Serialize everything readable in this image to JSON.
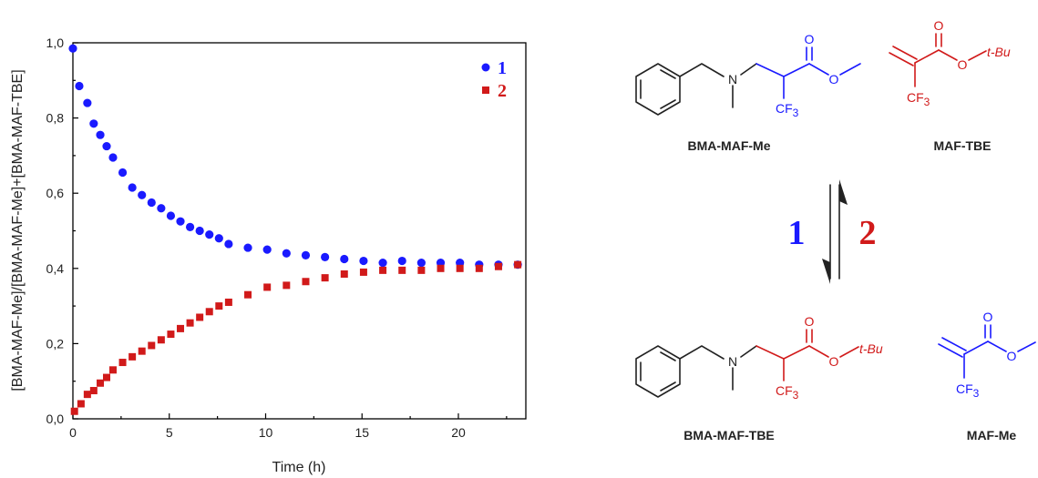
{
  "chart_data": {
    "type": "scatter",
    "xlabel": "Time (h)",
    "ylabel": "[BMA-MAF-Me]/[BMA-MAF-Me]+[BMA-MAF-TBE]",
    "xlim": [
      0,
      23.5
    ],
    "ylim": [
      0,
      1.0
    ],
    "x_ticks": [
      0,
      5,
      10,
      15,
      20
    ],
    "x_tick_labels": [
      "0",
      "5",
      "10",
      "15",
      "20"
    ],
    "y_ticks": [
      0,
      0.2,
      0.4,
      0.6,
      0.8,
      1.0
    ],
    "y_tick_labels": [
      "0,0",
      "0,2",
      "0,4",
      "0,6",
      "0,8",
      "1,0"
    ],
    "grid": false,
    "legend_position": "top-right",
    "series": [
      {
        "name": "1",
        "color": "#1a1aff",
        "marker": "circle",
        "x": [
          0,
          0.33,
          0.75,
          1.08,
          1.42,
          1.75,
          2.08,
          2.58,
          3.08,
          3.58,
          4.08,
          4.58,
          5.08,
          5.58,
          6.08,
          6.58,
          7.08,
          7.58,
          8.08,
          9.08,
          10.08,
          11.08,
          12.08,
          13.08,
          14.08,
          15.08,
          16.08,
          17.08,
          18.08,
          19.08,
          20.08,
          21.08,
          22.08,
          23.08
        ],
        "y": [
          0.985,
          0.885,
          0.84,
          0.785,
          0.755,
          0.725,
          0.695,
          0.655,
          0.615,
          0.595,
          0.575,
          0.56,
          0.54,
          0.525,
          0.51,
          0.5,
          0.49,
          0.48,
          0.465,
          0.455,
          0.45,
          0.44,
          0.435,
          0.43,
          0.425,
          0.42,
          0.415,
          0.42,
          0.415,
          0.415,
          0.415,
          0.41,
          0.41,
          0.41
        ]
      },
      {
        "name": "2",
        "color": "#d11a1a",
        "marker": "square",
        "x": [
          0.08,
          0.42,
          0.75,
          1.08,
          1.42,
          1.75,
          2.08,
          2.58,
          3.08,
          3.58,
          4.08,
          4.58,
          5.08,
          5.58,
          6.08,
          6.58,
          7.08,
          7.58,
          8.08,
          9.08,
          10.08,
          11.08,
          12.08,
          13.08,
          14.08,
          15.08,
          16.08,
          17.08,
          18.08,
          19.08,
          20.08,
          21.08,
          22.08,
          23.08
        ],
        "y": [
          0.02,
          0.04,
          0.065,
          0.075,
          0.095,
          0.11,
          0.13,
          0.15,
          0.165,
          0.18,
          0.195,
          0.21,
          0.225,
          0.24,
          0.255,
          0.27,
          0.285,
          0.3,
          0.31,
          0.33,
          0.35,
          0.355,
          0.365,
          0.375,
          0.385,
          0.39,
          0.395,
          0.395,
          0.395,
          0.4,
          0.4,
          0.4,
          0.405,
          0.41
        ]
      }
    ]
  },
  "scheme": {
    "labels": {
      "top_left": "BMA-MAF-Me",
      "top_right": "MAF-TBE",
      "bottom_left": "BMA-MAF-TBE",
      "bottom_right": "MAF-Me"
    },
    "arrow_labels": {
      "forward": "1",
      "reverse": "2"
    },
    "atoms": {
      "nitrogen": "N",
      "oxygen": "O",
      "cf3_main": "CF",
      "cf3_sub": "3",
      "tbu": "t-Bu"
    },
    "colors": {
      "black": "#222222",
      "blue": "#1a1aff",
      "red": "#d11a1a"
    }
  }
}
